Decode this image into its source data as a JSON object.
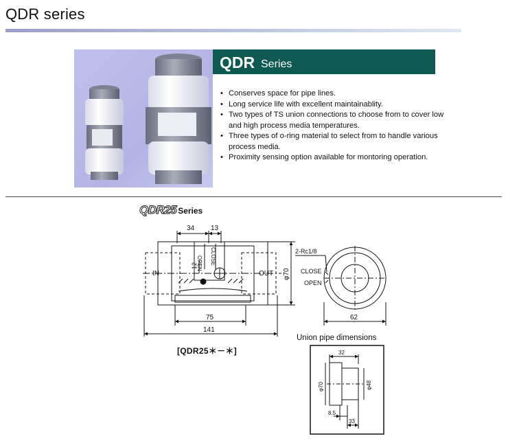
{
  "page": {
    "title": "QDR series"
  },
  "banner": {
    "main": "QDR",
    "sub": "Series"
  },
  "features": [
    "Conserves space for pipe lines.",
    "Long service life with excellent maintainablity.",
    "Two types of TS union connections to choose from to cover low and high process media temperatures.",
    "Three types of o-ring material to select from to handle various process media.",
    "Proximity sensing option available for montoring operation."
  ],
  "drawing": {
    "title_logo": "QDR25",
    "title_series": "Series",
    "dims": {
      "d34": "34",
      "d13": "13",
      "d12": "12",
      "d75": "75",
      "d141": "141",
      "phi70": "φ70",
      "d62": "62",
      "port": "2-Rc1/8"
    },
    "labels": {
      "in": "IN",
      "out": "OUT",
      "open": "OPEN",
      "close": "CLOSE",
      "close_side": "CLOSE",
      "open_side": "OPEN"
    },
    "model_code": "[QDR25＊－＊]"
  },
  "union": {
    "title": "Union pipe dimensions",
    "dims": {
      "d32": "32",
      "phi70": "φ70",
      "phi48": "φ48",
      "d85": "8.5",
      "d33": "33"
    }
  },
  "colors": {
    "banner": "#0e5a53",
    "photo_bg": "#b7b8e7",
    "title_rule_start": "#9d9dc9"
  }
}
